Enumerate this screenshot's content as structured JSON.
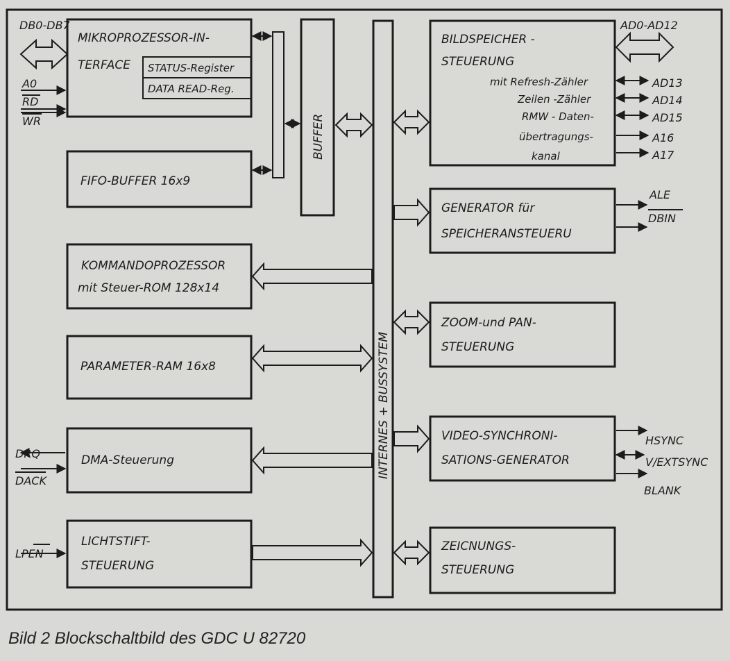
{
  "blocks": {
    "mpu_interface": [
      "MIKROPROZESSOR-IN-",
      "TERFACE"
    ],
    "status_register": "STATUS-Register",
    "data_read_register": "DATA READ-Reg.",
    "fifo": "FIFO-BUFFER 16x9",
    "buffer": "BUFFER",
    "kommando": [
      "KOMMANDOPROZESSOR",
      "mit Steuer-ROM 128x14"
    ],
    "parameter_ram": "PARAMETER-RAM 16x8",
    "dma": "DMA-Steuerung",
    "lichtstift": [
      "LICHTSTIFT-",
      "STEUERUNG"
    ],
    "bus": "INTERNES + BUSSYSTEM",
    "bildspeicher": [
      "BILDSPEICHER -",
      "STEUERUNG",
      "mit Refresh-Zähler",
      "Zeilen -Zähler",
      "RMW - Daten-",
      "übertragungs-",
      "kanal"
    ],
    "generator": [
      "GENERATOR für",
      "SPEICHERANSTEUERU"
    ],
    "zoom": [
      "ZOOM-und PAN-",
      "STEUERUNG"
    ],
    "video": [
      "VIDEO-SYNCHRONI-",
      "SATIONS-GENERATOR"
    ],
    "zeichnung": [
      "ZEICNUNGS-",
      "STEUERUNG"
    ]
  },
  "signals": {
    "db": "DB0-DB7",
    "a0": "A0",
    "rd": "RD",
    "wr": "WR",
    "drq": "DRQ",
    "dack": "DACK",
    "lpen": "LPEN",
    "ad_bus": "AD0-AD12",
    "ad13": "AD13",
    "ad14": "AD14",
    "ad15": "AD15",
    "a16": "A16",
    "a17": "A17",
    "ale": "ALE",
    "dbin": "DBIN",
    "hsync": "HSYNC",
    "vsync": "V/EXTSYNC",
    "blank": "BLANK"
  },
  "caption": "Bild 2  Blockschaltbild des GDC U 82720"
}
